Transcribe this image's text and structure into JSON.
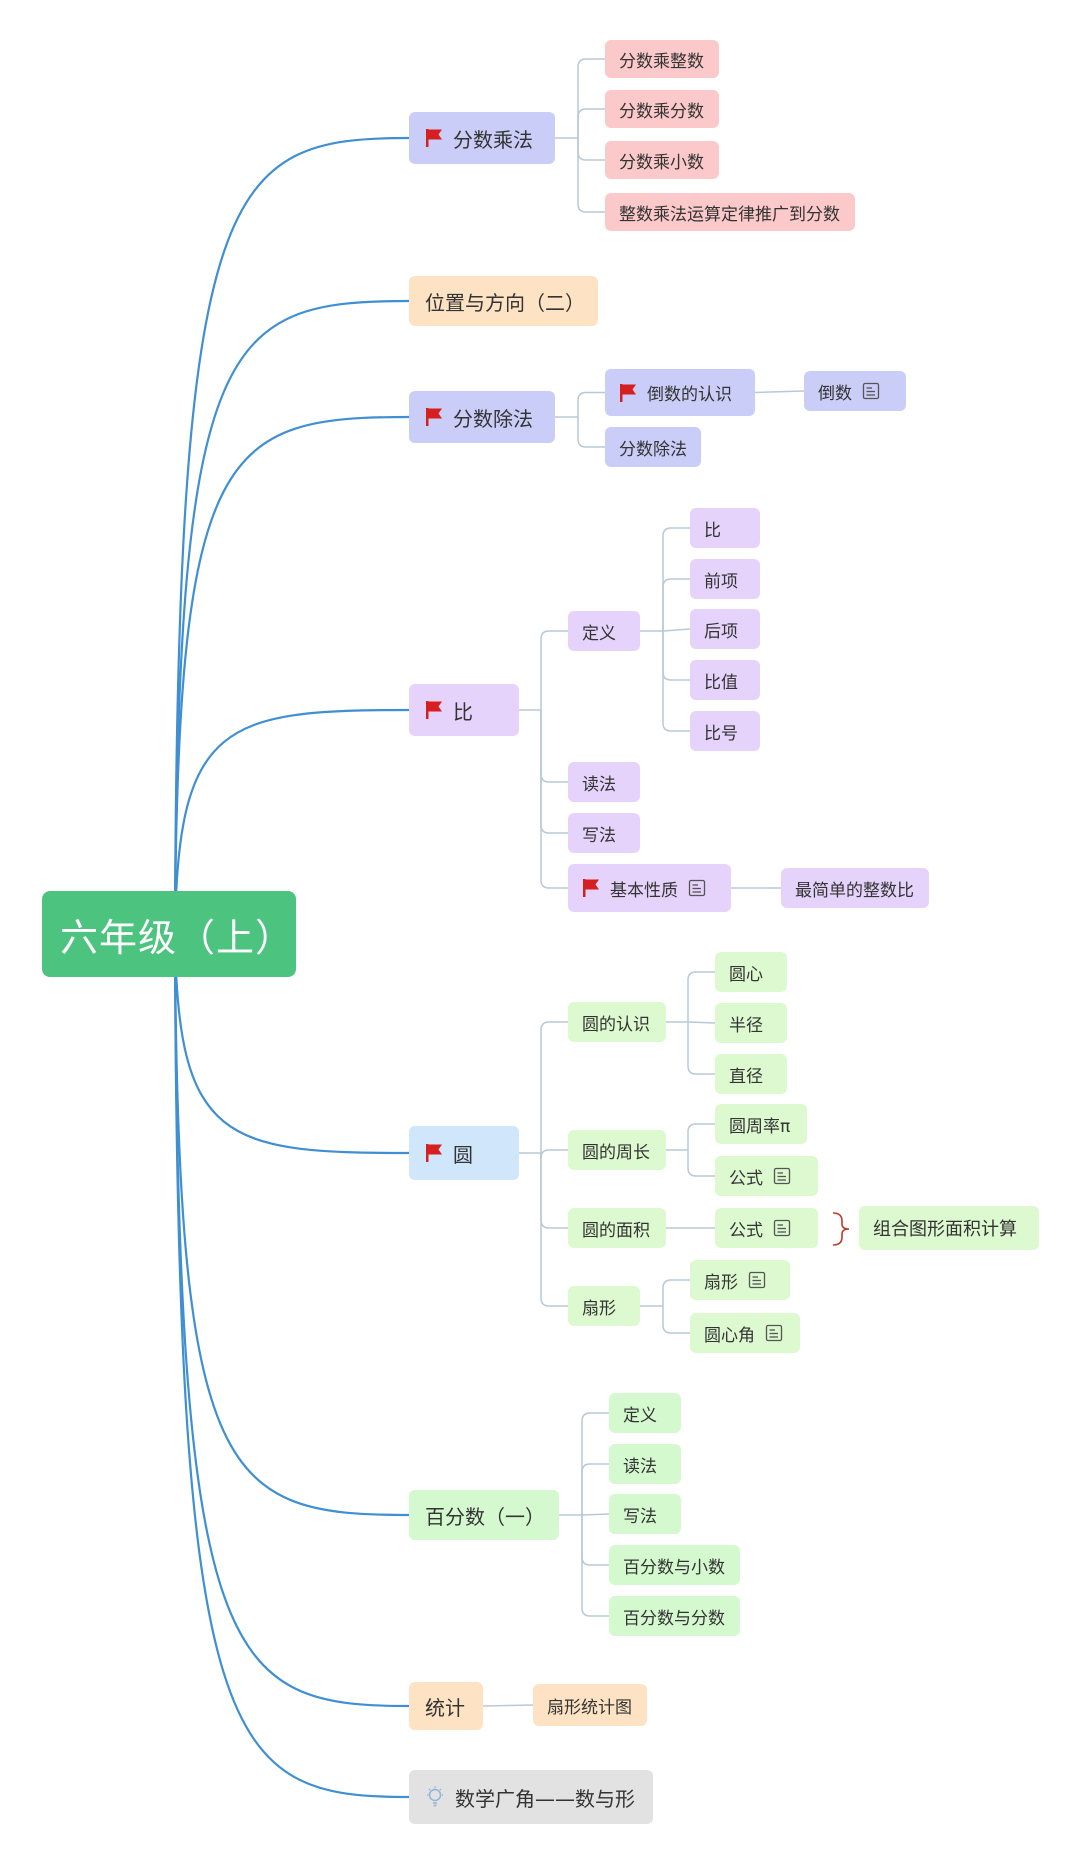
{
  "root": {
    "label": "六年级（上）",
    "color": "#4cc47f"
  },
  "colors": {
    "line": "#3f8fd2",
    "sub_line": "#b9c8d6",
    "flag": "#d61f1f",
    "brace": "#c0392b"
  },
  "branches": [
    {
      "id": "b1",
      "label": "分数乘法",
      "flag": true,
      "fill": "#c9cdf7",
      "children": [
        {
          "id": "b1c1",
          "label": "分数乘整数",
          "fill": "#fbc9c9"
        },
        {
          "id": "b1c2",
          "label": "分数乘分数",
          "fill": "#fbc9c9"
        },
        {
          "id": "b1c3",
          "label": "分数乘小数",
          "fill": "#fbc9c9"
        },
        {
          "id": "b1c4",
          "label": "整数乘法运算定律推广到分数",
          "fill": "#fbc9c9"
        }
      ]
    },
    {
      "id": "b2",
      "label": "位置与方向（二）",
      "fill": "#fde3c4",
      "children": []
    },
    {
      "id": "b3",
      "label": "分数除法",
      "flag": true,
      "fill": "#c9cdf7",
      "children": [
        {
          "id": "b3c1",
          "label": "倒数的认识",
          "flag": true,
          "fill": "#c9cdf7",
          "children": [
            {
              "id": "b3c1a",
              "label": "倒数",
              "note": true,
              "fill": "#c9cdf7"
            }
          ]
        },
        {
          "id": "b3c2",
          "label": "分数除法",
          "fill": "#c9cdf7"
        }
      ]
    },
    {
      "id": "b4",
      "label": "比",
      "flag": true,
      "fill": "#e5d3fb",
      "children": [
        {
          "id": "b4c1",
          "label": "定义",
          "fill": "#e5d3fb",
          "children": [
            {
              "id": "b4c1a",
              "label": "比",
              "fill": "#e5d3fb"
            },
            {
              "id": "b4c1b",
              "label": "前项",
              "fill": "#e5d3fb"
            },
            {
              "id": "b4c1c",
              "label": "后项",
              "fill": "#e5d3fb"
            },
            {
              "id": "b4c1d",
              "label": "比值",
              "fill": "#e5d3fb"
            },
            {
              "id": "b4c1e",
              "label": "比号",
              "fill": "#e5d3fb"
            }
          ]
        },
        {
          "id": "b4c2",
          "label": "读法",
          "fill": "#e5d3fb"
        },
        {
          "id": "b4c3",
          "label": "写法",
          "fill": "#e5d3fb"
        },
        {
          "id": "b4c4",
          "label": "基本性质",
          "flag": true,
          "note": true,
          "fill": "#e5d3fb",
          "children": [
            {
              "id": "b4c4a",
              "label": "最简单的整数比",
              "fill": "#e5d3fb"
            }
          ]
        }
      ]
    },
    {
      "id": "b5",
      "label": "圆",
      "flag": true,
      "fill": "#cfe6fb",
      "children": [
        {
          "id": "b5c1",
          "label": "圆的认识",
          "fill": "#dcf9cf",
          "children": [
            {
              "id": "b5c1a",
              "label": "圆心",
              "fill": "#dcf9cf"
            },
            {
              "id": "b5c1b",
              "label": "半径",
              "fill": "#dcf9cf"
            },
            {
              "id": "b5c1c",
              "label": "直径",
              "fill": "#dcf9cf"
            }
          ]
        },
        {
          "id": "b5c2",
          "label": "圆的周长",
          "fill": "#dcf9cf",
          "children": [
            {
              "id": "b5c2a",
              "label": "圆周率π",
              "fill": "#dcf9cf"
            },
            {
              "id": "b5c2b",
              "label": "公式",
              "note": true,
              "fill": "#dcf9cf"
            }
          ]
        },
        {
          "id": "b5c3",
          "label": "圆的面积",
          "fill": "#dcf9cf",
          "children": [
            {
              "id": "b5c3a",
              "label": "公式",
              "note": true,
              "fill": "#dcf9cf"
            }
          ]
        },
        {
          "id": "b5c4",
          "label": "扇形",
          "fill": "#dcf9cf",
          "children": [
            {
              "id": "b5c4a",
              "label": "扇形",
              "note": true,
              "fill": "#dcf9cf"
            },
            {
              "id": "b5c4b",
              "label": "圆心角",
              "note": true,
              "fill": "#dcf9cf"
            }
          ]
        }
      ]
    },
    {
      "id": "b6",
      "label": "百分数（一）",
      "fill": "#d4f9cf",
      "children": [
        {
          "id": "b6c1",
          "label": "定义",
          "fill": "#d4f9cf"
        },
        {
          "id": "b6c2",
          "label": "读法",
          "fill": "#d4f9cf"
        },
        {
          "id": "b6c3",
          "label": "写法",
          "fill": "#d4f9cf"
        },
        {
          "id": "b6c4",
          "label": "百分数与小数",
          "fill": "#d4f9cf"
        },
        {
          "id": "b6c5",
          "label": "百分数与分数",
          "fill": "#d4f9cf"
        }
      ]
    },
    {
      "id": "b7",
      "label": "统计",
      "fill": "#fde3c4",
      "children": [
        {
          "id": "b7c1",
          "label": "扇形统计图",
          "fill": "#fde3c4"
        }
      ]
    },
    {
      "id": "b8",
      "label": "数学广角——数与形",
      "bulb": true,
      "fill": "#e2e2e2",
      "children": []
    }
  ],
  "summary": {
    "label": "组合图形面积计算",
    "fill": "#dcf9cf"
  }
}
